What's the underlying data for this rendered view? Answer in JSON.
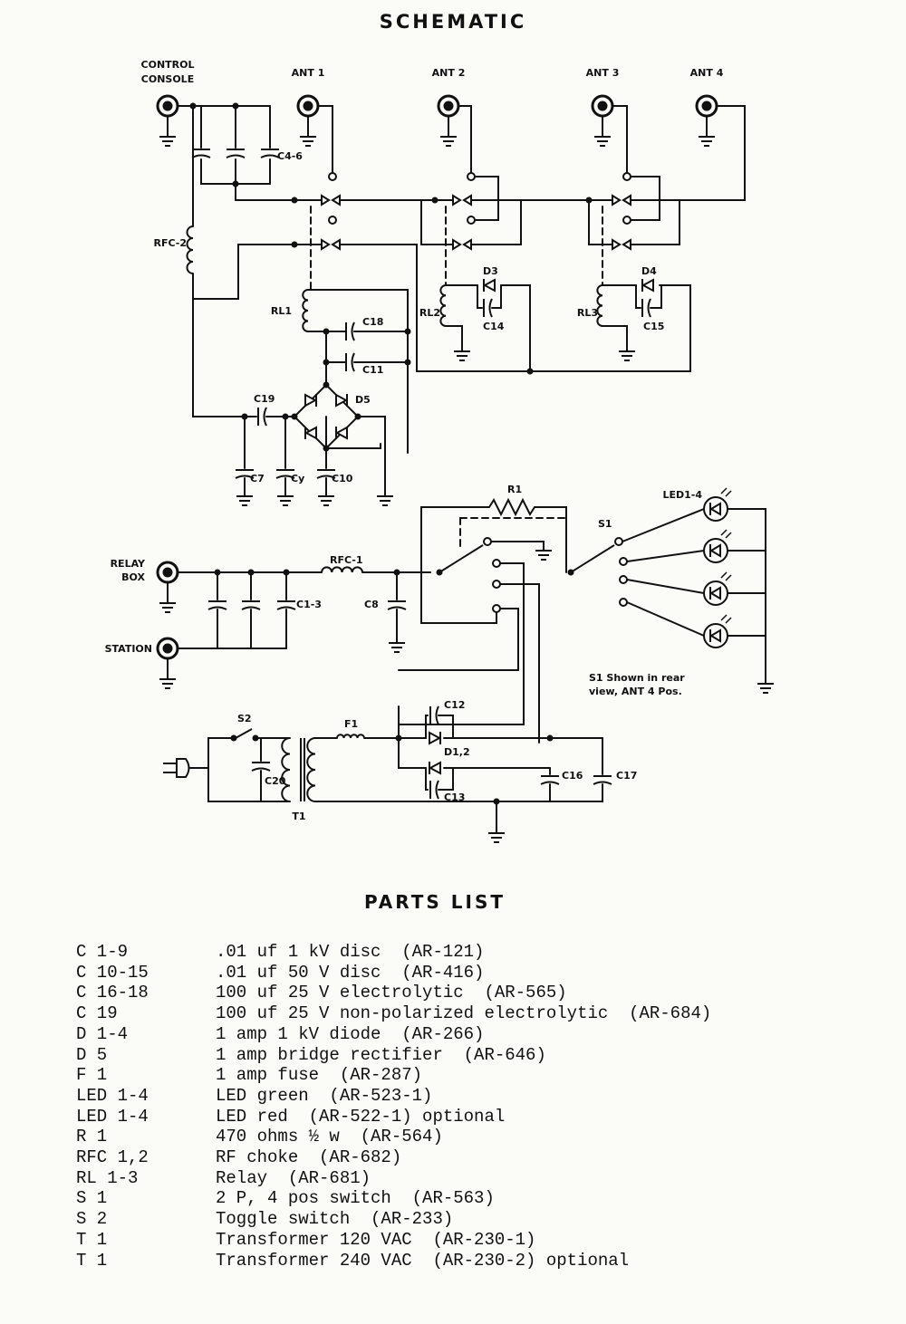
{
  "schematic": {
    "title": "SCHEMATIC",
    "labels": {
      "control_console_1": "CONTROL",
      "control_console_2": "CONSOLE",
      "ant1": "ANT 1",
      "ant2": "ANT 2",
      "ant3": "ANT 3",
      "ant4": "ANT 4",
      "c4_6": "C4-6",
      "rfc2": "RFC-2",
      "rl1": "RL1",
      "rl2": "RL2",
      "rl3": "RL3",
      "d3": "D3",
      "d4": "D4",
      "c14": "C14",
      "c15": "C15",
      "c18": "C18",
      "c11": "C11",
      "c19": "C19",
      "d5": "D5",
      "c7": "C7",
      "cy": "Cy",
      "c10": "C10",
      "r1": "R1",
      "s1": "S1",
      "led": "LED1-4",
      "relay_box_1": "RELAY",
      "relay_box_2": "BOX",
      "station": "STATION",
      "rfc1": "RFC-1",
      "c1_3": "C1-3",
      "c8": "C8",
      "s1_note_1": "S1 Shown in rear",
      "s1_note_2": "view, ANT 4 Pos.",
      "s2": "S2",
      "f1": "F1",
      "c12": "C12",
      "d12": "D1,2",
      "c13": "C13",
      "c16": "C16",
      "c17": "C17",
      "c20": "C20",
      "t1": "T1"
    }
  },
  "parts_list": {
    "title": "PARTS LIST",
    "items": [
      {
        "ref": "C 1-9",
        "desc": ".01 uf 1 kV disc  (AR-121)"
      },
      {
        "ref": "C 10-15",
        "desc": ".01 uf 50 V disc  (AR-416)"
      },
      {
        "ref": "C 16-18",
        "desc": "100 uf 25 V electrolytic  (AR-565)"
      },
      {
        "ref": "C 19",
        "desc": "100 uf 25 V non-polarized electrolytic  (AR-684)"
      },
      {
        "ref": "D 1-4",
        "desc": "1 amp 1 kV diode  (AR-266)"
      },
      {
        "ref": "D 5",
        "desc": "1 amp bridge rectifier  (AR-646)"
      },
      {
        "ref": "F 1",
        "desc": "1 amp fuse  (AR-287)"
      },
      {
        "ref": "LED 1-4",
        "desc": "LED green  (AR-523-1)"
      },
      {
        "ref": "LED 1-4",
        "desc": "LED red  (AR-522-1) optional"
      },
      {
        "ref": "R 1",
        "desc": "470 ohms ½ w  (AR-564)"
      },
      {
        "ref": "RFC 1,2",
        "desc": "RF choke  (AR-682)"
      },
      {
        "ref": "RL 1-3",
        "desc": "Relay  (AR-681)"
      },
      {
        "ref": "S 1",
        "desc": "2 P, 4 pos switch  (AR-563)"
      },
      {
        "ref": "S 2",
        "desc": "Toggle switch  (AR-233)"
      },
      {
        "ref": "T 1",
        "desc": "Transformer 120 VAC  (AR-230-1)"
      },
      {
        "ref": "T 1",
        "desc": "Transformer 240 VAC  (AR-230-2) optional"
      }
    ]
  }
}
